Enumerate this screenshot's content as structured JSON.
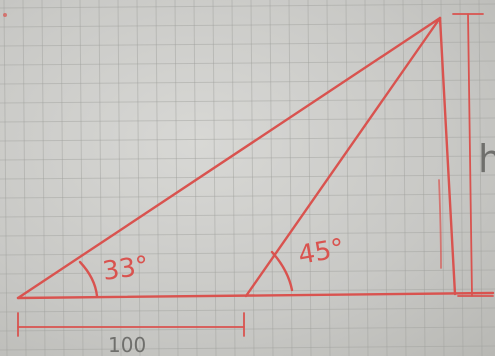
{
  "diagram": {
    "angle_left_label": "33°",
    "angle_right_label": "45°",
    "base_distance_label": "100",
    "height_label": "h"
  },
  "colors": {
    "ink": "#d9534f",
    "grid": "#9fa09c",
    "pencil": "#6f6f6c",
    "paper": "#d6d6d3"
  }
}
